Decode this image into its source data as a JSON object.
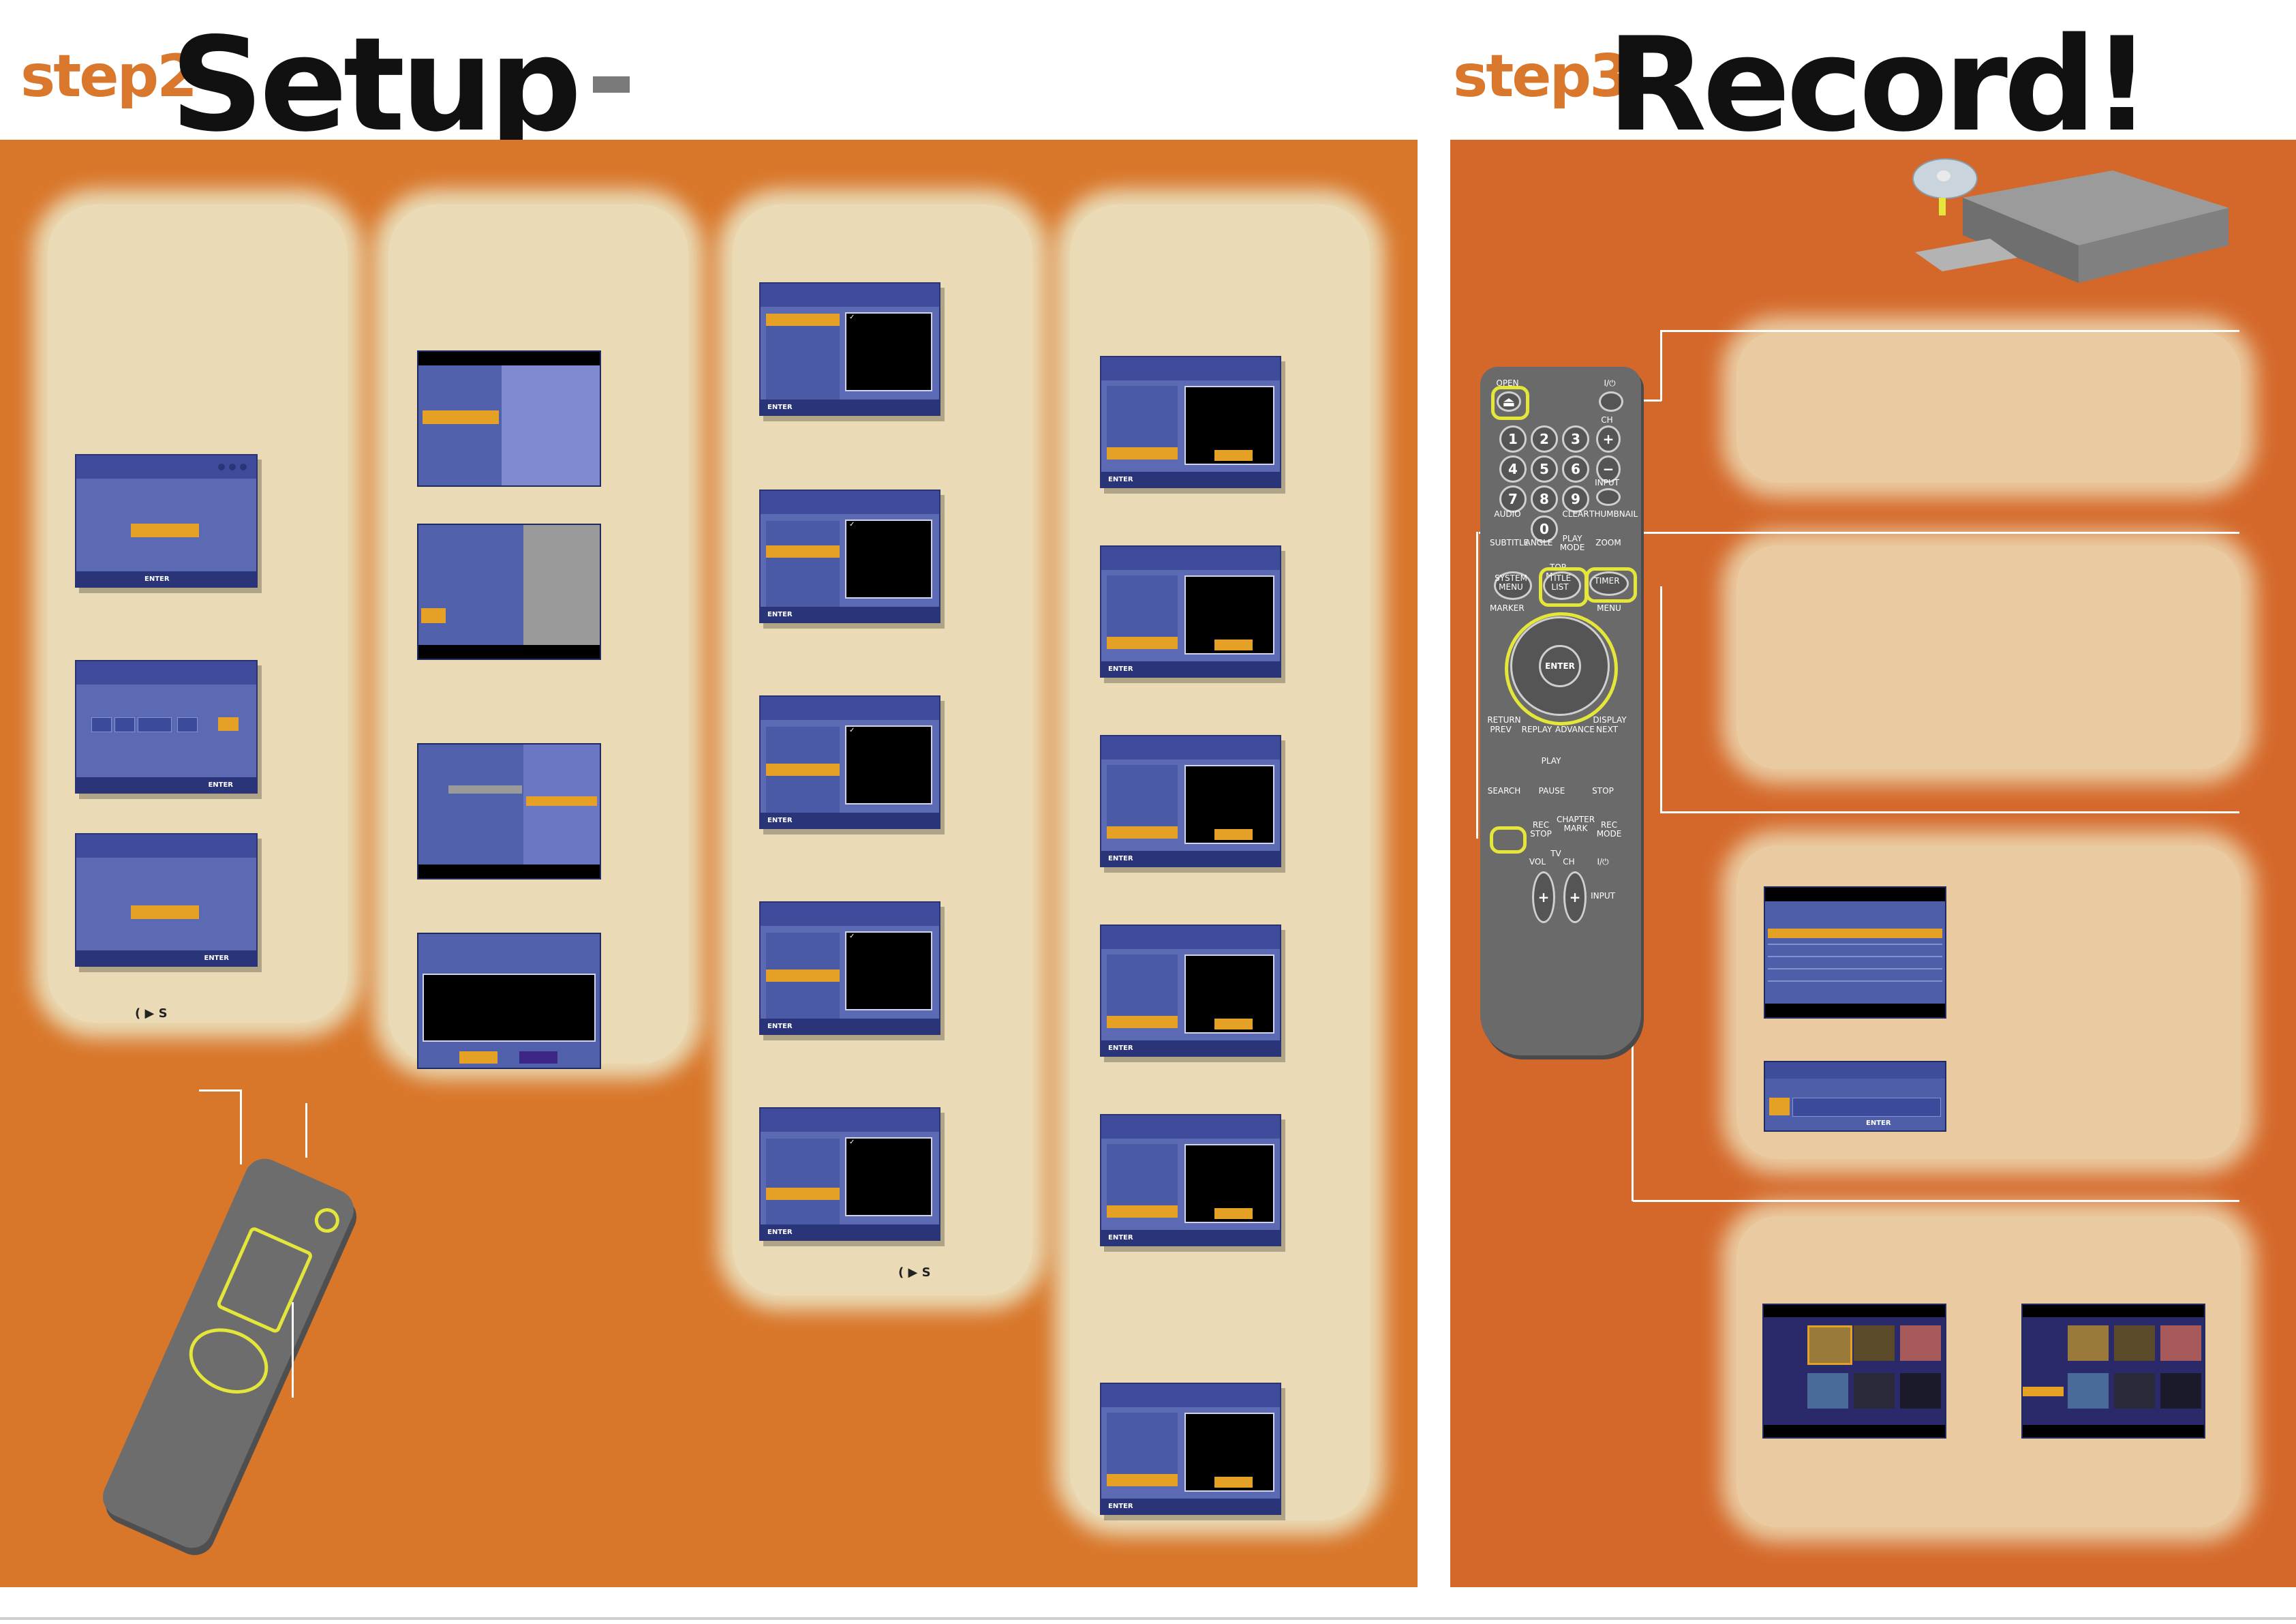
{
  "header": {
    "step2_label": "step2",
    "step2_title": "Setup",
    "step3_label": "step3",
    "step3_title": "Record!"
  },
  "colors": {
    "left_panel": "#d8762a",
    "right_panel": "#d4682a",
    "card": "#ece4c2",
    "screen_blue": "#5b6ab3",
    "highlight": "#e5a126",
    "callout": "#e5e63a"
  },
  "screen_text": {
    "enter": "ENTER",
    "see_ref_left": "( ▶ S",
    "see_ref_mid": "( ▶ S",
    "check": "✓"
  },
  "remote": {
    "open": "OPEN",
    "power": "I/⏻",
    "numbers": [
      "1",
      "2",
      "3",
      "4",
      "5",
      "6",
      "7",
      "8",
      "9",
      "0"
    ],
    "ch": "CH",
    "input": "INPUT",
    "audio": "AUDIO",
    "clear": "CLEAR",
    "thumbnail": "THUMBNAIL",
    "subtitle": "SUBTITLE",
    "angle": "ANGLE",
    "play_mode": "PLAY MODE",
    "zoom": "ZOOM",
    "top_menu": "TOP MENU",
    "system_menu": "SYSTEM MENU",
    "title_list": "TITLE LIST",
    "timer": "TIMER",
    "marker": "MARKER",
    "menu": "MENU",
    "enter": "ENTER",
    "return": "RETURN",
    "display": "DISPLAY",
    "prev": "PREV",
    "replay": "REPLAY",
    "advance": "ADVANCE",
    "next": "NEXT",
    "play": "PLAY",
    "search": "SEARCH",
    "pause": "PAUSE",
    "stop": "STOP",
    "chapter_mark": "CHAPTER MARK",
    "rec_stop": "REC STOP",
    "rec_mode": "REC MODE",
    "tv": "TV",
    "vol": "VOL",
    "plus": "+",
    "minus": "−"
  }
}
